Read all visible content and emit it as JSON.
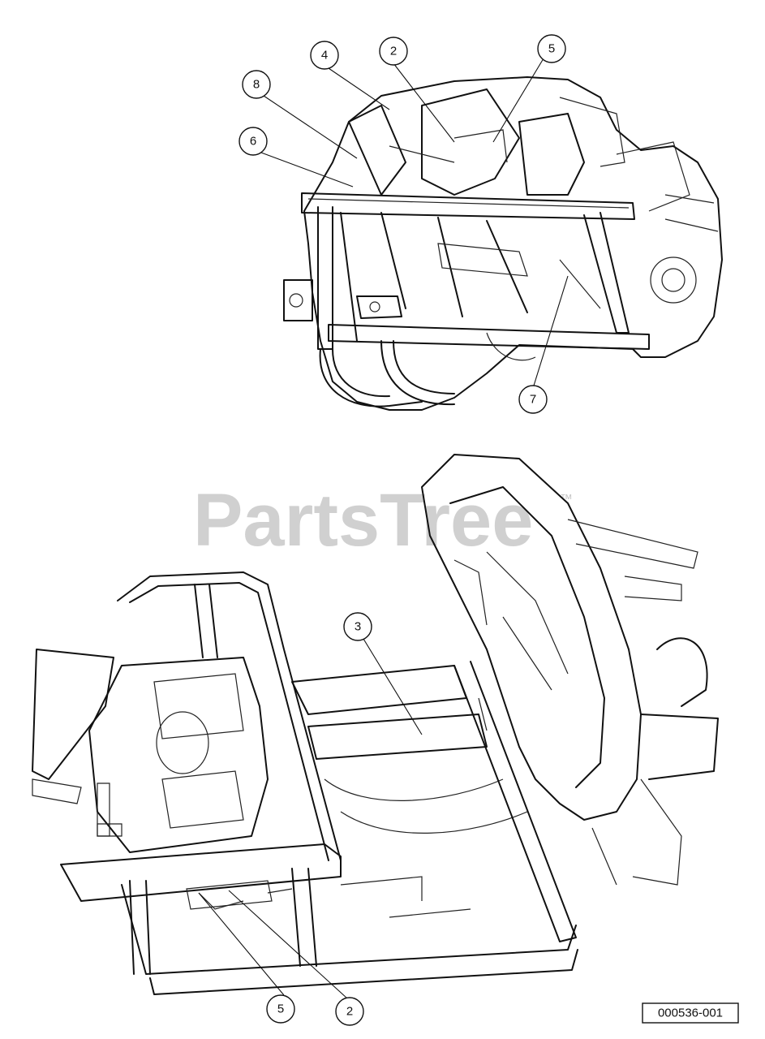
{
  "watermark": {
    "text": "PartsTree",
    "tm": "™"
  },
  "reference_code": "000536-001",
  "callouts_top": [
    {
      "id": "callout-top-4",
      "label": "4"
    },
    {
      "id": "callout-top-2",
      "label": "2"
    },
    {
      "id": "callout-top-5",
      "label": "5"
    },
    {
      "id": "callout-top-8",
      "label": "8"
    },
    {
      "id": "callout-top-6",
      "label": "6"
    },
    {
      "id": "callout-top-7",
      "label": "7"
    }
  ],
  "callouts_bottom": [
    {
      "id": "callout-bottom-3",
      "label": "3"
    },
    {
      "id": "callout-bottom-5",
      "label": "5"
    },
    {
      "id": "callout-bottom-2",
      "label": "2"
    }
  ]
}
